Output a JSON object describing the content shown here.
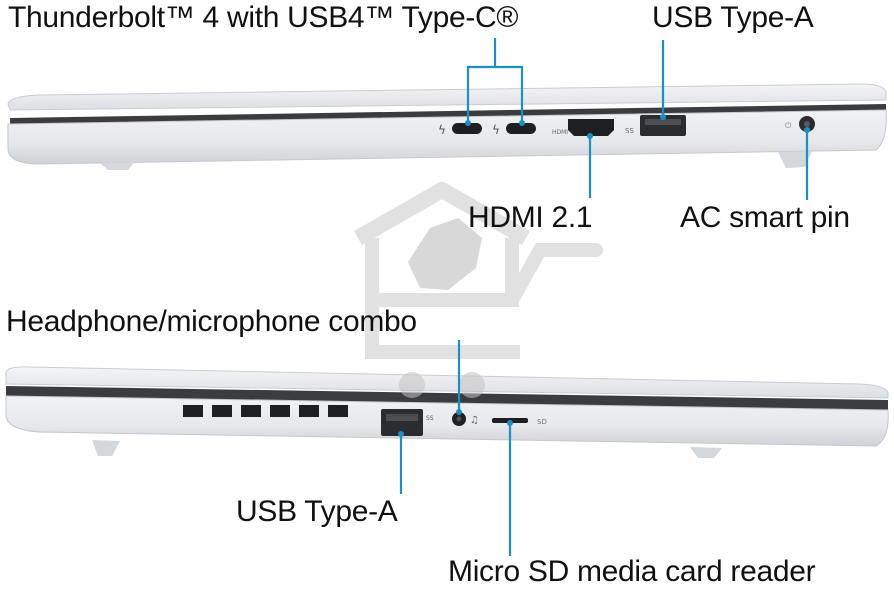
{
  "labels": {
    "thunderbolt": "Thunderbolt™ 4 with USB4™ Type-C®",
    "usb_a_right": "USB Type-A",
    "hdmi": "HDMI 2.1",
    "ac_pin": "AC smart pin",
    "headphone": "Headphone/microphone combo",
    "usb_a_left": "USB Type-A",
    "microsd": "Micro SD media card reader"
  },
  "port_markings": {
    "hdmi": "HDMI",
    "usb_ss": "SS",
    "sd": "SD"
  },
  "colors": {
    "callout": "#1a8fc9",
    "chassis": "#e9ebee",
    "chassis_edge": "#c9ccd1",
    "port_dark": "#1d1f23",
    "watermark": "#cfcfcf"
  },
  "icons": {
    "watermark": "house-wolf-cart-logo",
    "thunderbolt": "lightning-bolt-icon"
  }
}
